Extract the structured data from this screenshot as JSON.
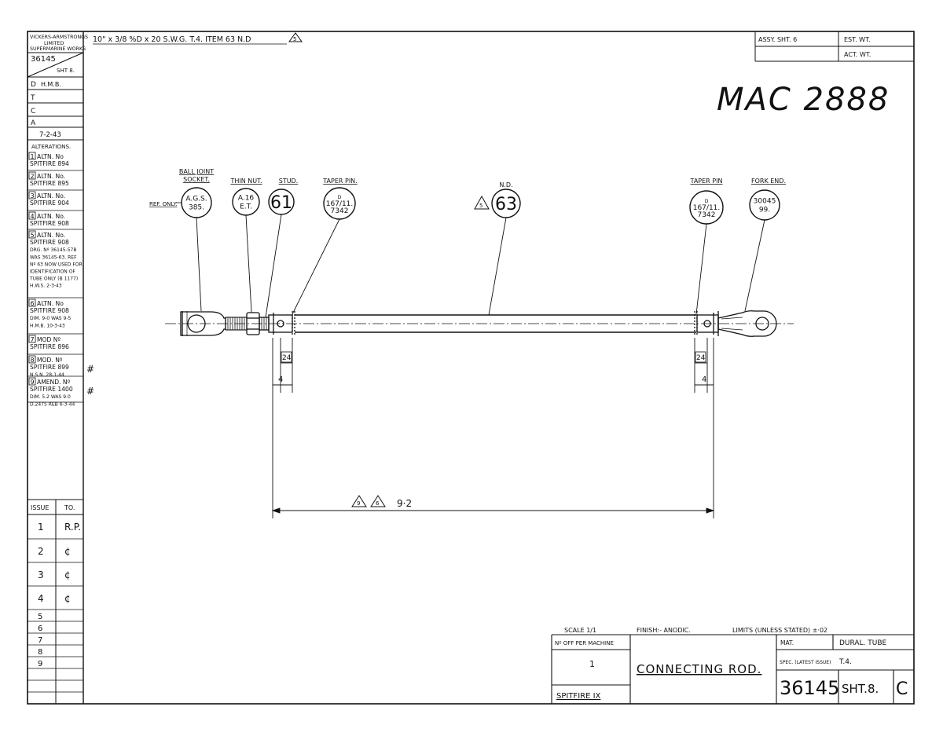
{
  "header": {
    "firm": [
      "VICKERS-ARMSTRONGS",
      "LIMITED",
      "SUPERMARINE WORKS"
    ],
    "drawing_no": "36145",
    "sheet_ref": "SHT 8.",
    "description": "10\" x 3/8 %D x 20 S.W.G. T.4.  ITEM 63 N.D",
    "desc_amend": "5",
    "assy_sheet": "ASSY. SHT. 6",
    "est_wt": "EST. WT.",
    "act_wt": "ACT. WT.",
    "handwritten_ref": "MAC 2888"
  },
  "sign_off": [
    {
      "label": "D",
      "value": "H.M.B."
    },
    {
      "label": "T",
      "value": ""
    },
    {
      "label": "C",
      "value": ""
    },
    {
      "label": "A",
      "value": ""
    }
  ],
  "date": "7-2-43",
  "alterations_title": "ALTERATIONS.",
  "alterations": [
    {
      "no": "1",
      "lines": [
        "ALTN. No",
        "SPITFIRE 894"
      ]
    },
    {
      "no": "2",
      "lines": [
        "ALTN. No.",
        "SPITFIRE 895"
      ]
    },
    {
      "no": "3",
      "lines": [
        "ALTN. No.",
        "SPITFIRE 904"
      ]
    },
    {
      "no": "4",
      "lines": [
        "ALTN. No.",
        "SPITFIRE 908"
      ]
    },
    {
      "no": "5",
      "lines": [
        "ALTN. No.",
        "SPITFIRE 908",
        "DRG. Nº 36145-57B",
        "WAS 36145-63. REF",
        "Nº 63 NOW USED FOR",
        "IDENTIFICATION OF",
        "TUBE ONLY (B 1177)",
        "H.W.S. 2-3-43"
      ]
    },
    {
      "no": "6",
      "lines": [
        "ALTN. No",
        "SPITFIRE 908",
        "DIM. 9-0 WAS 9-5",
        "H.M.B. 10-3-43"
      ]
    },
    {
      "no": "7",
      "lines": [
        "MOD Nº",
        "SPITFIRE 896"
      ]
    },
    {
      "no": "8",
      "lines": [
        "MOD. Nº",
        "SPITFIRE 899",
        "N.S.N. 28-1-44"
      ]
    },
    {
      "no": "9",
      "lines": [
        "AMEND. Nº",
        "SPITFIRE 1400",
        "DIM. 5.2 WAS 9.0",
        "D.2475 REB 6-3-44"
      ]
    }
  ],
  "initials": [
    "#",
    "#"
  ],
  "issue_table": {
    "headers": [
      "ISSUE",
      "TO."
    ],
    "rows": [
      [
        "1",
        "R.P."
      ],
      [
        "2",
        "¢"
      ],
      [
        "3",
        "¢"
      ],
      [
        "4",
        "¢"
      ],
      [
        "5",
        ""
      ],
      [
        "6",
        ""
      ],
      [
        "7",
        ""
      ],
      [
        "8",
        ""
      ],
      [
        "9",
        ""
      ]
    ]
  },
  "callouts": [
    {
      "label": "BALL JOINT SOCKET.",
      "lines": [
        "A.G.S.",
        "385."
      ],
      "note": "REF. ONLY."
    },
    {
      "label": "THIN NUT.",
      "lines": [
        "A.16",
        "E.T."
      ]
    },
    {
      "label": "STUD.",
      "lines": [
        "61"
      ]
    },
    {
      "label": "TAPER PIN.",
      "lines": [
        "D",
        "167/11.",
        "7342"
      ]
    },
    {
      "label": "N.D.",
      "lines": [
        "63"
      ],
      "amend": "5"
    },
    {
      "label": "TAPER PIN",
      "lines": [
        "D",
        "167/11.",
        "7342"
      ]
    },
    {
      "label": "FORK END.",
      "lines": [
        "30045",
        "99."
      ]
    }
  ],
  "dimensions": {
    "pin_offset_left": "24",
    "hole_left": "4",
    "pin_offset_right": "24",
    "hole_right": "4",
    "overall": "9·2",
    "overall_amends": [
      "9",
      "6"
    ]
  },
  "title_block": {
    "scale": "SCALE 1/1",
    "finish": "FINISH:- ANODIC.",
    "limits": "LIMITS (UNLESS STATED) ±·02",
    "off_label": "Nº OFF PER MACHINE",
    "off_value": "1",
    "aircraft": "SPITFIRE IX",
    "title": "CONNECTING ROD.",
    "mat_label": "MAT.",
    "mat_value": "DURAL. TUBE",
    "spec_label": "SPEC. (LATEST ISSUE)",
    "spec_value": "T.4.",
    "drg_no": "36145",
    "sheet": "SHT.8.",
    "issue": "C"
  }
}
